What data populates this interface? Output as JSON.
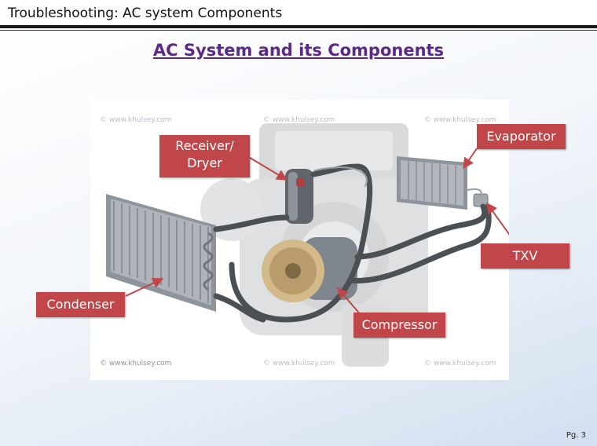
{
  "header": {
    "title": "Troubleshooting: AC system Components"
  },
  "slide": {
    "title": "AC System and its Components"
  },
  "figure": {
    "watermark": "© www.khulsey.com"
  },
  "callouts": {
    "receiver_line1": "Receiver/",
    "receiver_line2": "Dryer",
    "evaporator": "Evaporator",
    "txv": "TXV",
    "condenser": "Condenser",
    "compressor": "Compressor"
  },
  "footer": {
    "page": "Pg. 3"
  },
  "colors": {
    "title": "#5b2a86",
    "callout": "#c0464a"
  }
}
